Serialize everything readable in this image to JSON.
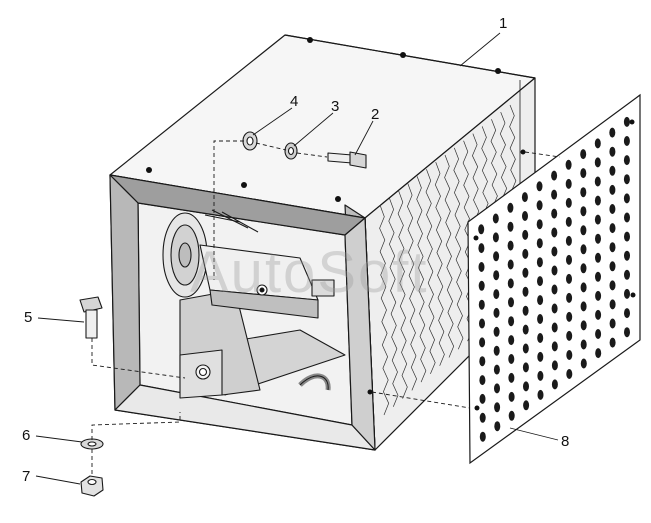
{
  "diagram": {
    "callouts": [
      {
        "id": "1",
        "label": "1"
      },
      {
        "id": "2",
        "label": "2"
      },
      {
        "id": "3",
        "label": "3"
      },
      {
        "id": "4",
        "label": "4"
      },
      {
        "id": "5",
        "label": "5"
      },
      {
        "id": "6",
        "label": "6"
      },
      {
        "id": "7",
        "label": "7"
      },
      {
        "id": "8",
        "label": "8"
      }
    ],
    "watermark": "AutoSoft",
    "colors": {
      "line": "#1a1a1a",
      "shade_light": "#e4e4e4",
      "shade_mid": "#c8c8c8",
      "shade_dark": "#8a8a8a"
    }
  }
}
